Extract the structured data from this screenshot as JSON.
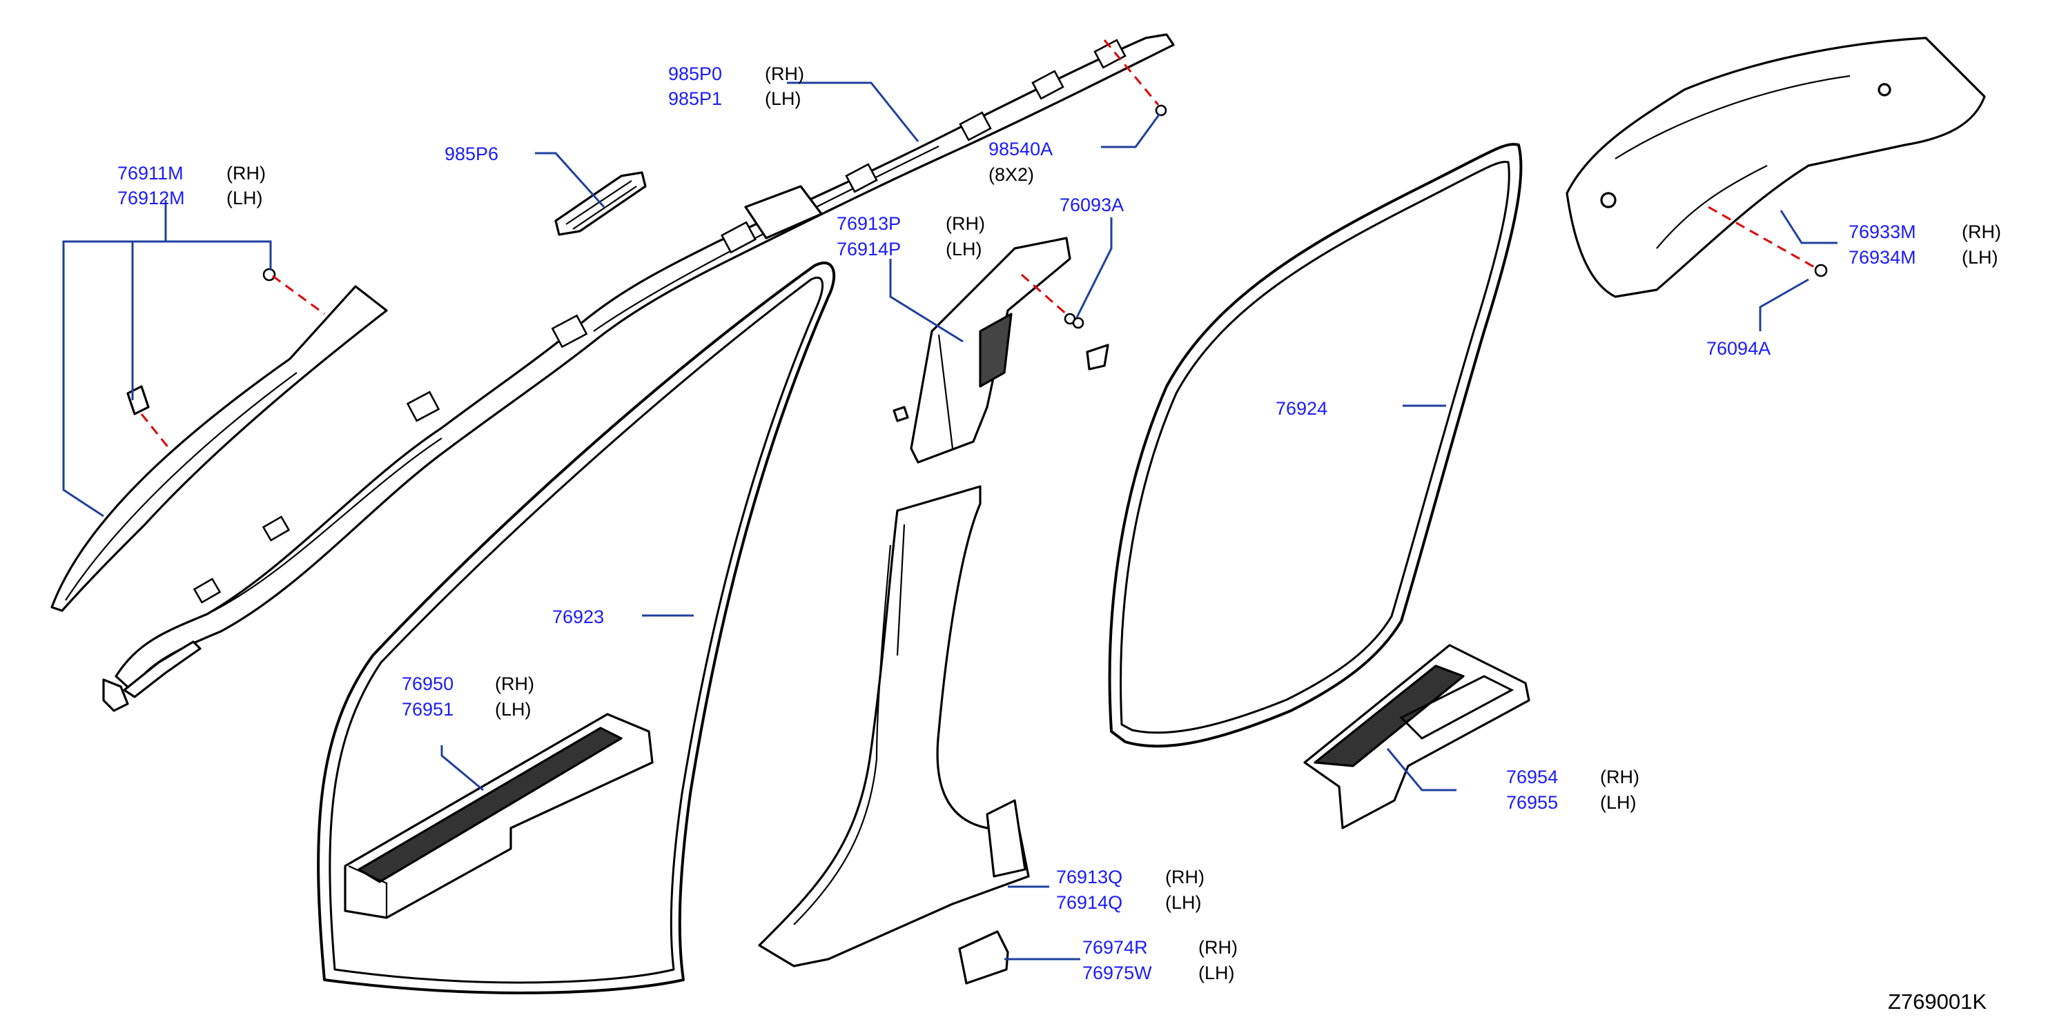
{
  "diagram_code": "Z769001K",
  "callouts": [
    {
      "id": "c1",
      "part": "985P0",
      "side": "(RH)"
    },
    {
      "id": "c2",
      "part": "985P1",
      "side": "(LH)"
    },
    {
      "id": "c3",
      "part": "985P6",
      "side": ""
    },
    {
      "id": "c4",
      "part": "98540A",
      "side": "(8X2)"
    },
    {
      "id": "c5",
      "part": "76911M",
      "side": "(RH)"
    },
    {
      "id": "c6",
      "part": "76912M",
      "side": "(LH)"
    },
    {
      "id": "c7",
      "part": "76913P",
      "side": "(RH)"
    },
    {
      "id": "c8",
      "part": "76914P",
      "side": "(LH)"
    },
    {
      "id": "c9",
      "part": "76093A",
      "side": ""
    },
    {
      "id": "c10",
      "part": "76924",
      "side": ""
    },
    {
      "id": "c11",
      "part": "76933M",
      "side": "(RH)"
    },
    {
      "id": "c12",
      "part": "76934M",
      "side": "(LH)"
    },
    {
      "id": "c13",
      "part": "76094A",
      "side": ""
    },
    {
      "id": "c14",
      "part": "76923",
      "side": ""
    },
    {
      "id": "c15",
      "part": "76950",
      "side": "(RH)"
    },
    {
      "id": "c16",
      "part": "76951",
      "side": "(LH)"
    },
    {
      "id": "c17",
      "part": "76954",
      "side": "(RH)"
    },
    {
      "id": "c18",
      "part": "76955",
      "side": "(LH)"
    },
    {
      "id": "c19",
      "part": "76913Q",
      "side": "(RH)"
    },
    {
      "id": "c20",
      "part": "76914Q",
      "side": "(LH)"
    },
    {
      "id": "c21",
      "part": "76974R",
      "side": "(RH)"
    },
    {
      "id": "c22",
      "part": "76975W",
      "side": "(LH)"
    }
  ]
}
